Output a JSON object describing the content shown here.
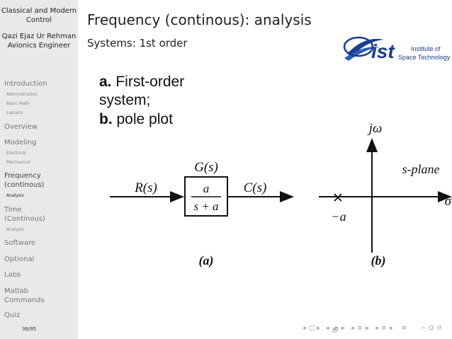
{
  "sidebar": {
    "title": "Classical and Modern Control",
    "author_name": "Qazi Ejaz Ur Rehman",
    "author_role": "Avionics Engineer",
    "sections": [
      {
        "label": "Introduction",
        "current": false
      },
      {
        "label": "Administration",
        "sub": true,
        "current": false
      },
      {
        "label": "Basic Math",
        "sub": true,
        "current": false
      },
      {
        "label": "Laplace",
        "sub": true,
        "current": false
      },
      {
        "label": "Overview",
        "current": false
      },
      {
        "label": "Modeling",
        "current": false
      },
      {
        "label": "Electrical",
        "sub": true,
        "current": false
      },
      {
        "label": "Mechanical",
        "sub": true,
        "current": false
      },
      {
        "label": "Frequency",
        "current": true
      },
      {
        "label": "(continous)",
        "current": true
      },
      {
        "label": "Analysis",
        "sub": true,
        "current": true
      },
      {
        "label": "Time",
        "current": false
      },
      {
        "label": "(Continous)",
        "current": false
      },
      {
        "label": "Analysis",
        "sub": true,
        "current": false
      },
      {
        "label": "Software",
        "current": false
      },
      {
        "label": "Optional",
        "current": false
      },
      {
        "label": "Labs",
        "current": false
      },
      {
        "label": "Matlab",
        "current": false
      },
      {
        "label": "Commands",
        "current": false
      },
      {
        "label": "Quiz",
        "current": false
      }
    ],
    "page_number": "36/95"
  },
  "frame": {
    "title": "Frequency (continous): analysis",
    "subtitle": "Systems: 1st order"
  },
  "logo": {
    "letters": "ist",
    "text_line1": "Institute of",
    "text_line2": "Space Technology",
    "color": "#1a3d8f"
  },
  "figure": {
    "caption_a_prefix": "a.",
    "caption_a_rest": " First-order",
    "caption_a_line2": "system;",
    "caption_b_prefix": "b.",
    "caption_b_rest": " pole plot",
    "block_label": "G(s)",
    "numerator": "a",
    "denominator": "s + a",
    "input": "R(s)",
    "output": "C(s)",
    "panel_a": "(a)",
    "panel_b": "(b)",
    "jw_label": "jω",
    "splane_label": "s-plane",
    "sigma_label": "σ",
    "pole_label": "−a",
    "pole_marker": "✕"
  },
  "nav_symbols": [
    "◂",
    "□",
    "▸",
    "◂",
    "🗗",
    "▸",
    "◂",
    "≡",
    "▸",
    "◂",
    "≡",
    "▸",
    "≡",
    "∽",
    "Q",
    "↺"
  ]
}
